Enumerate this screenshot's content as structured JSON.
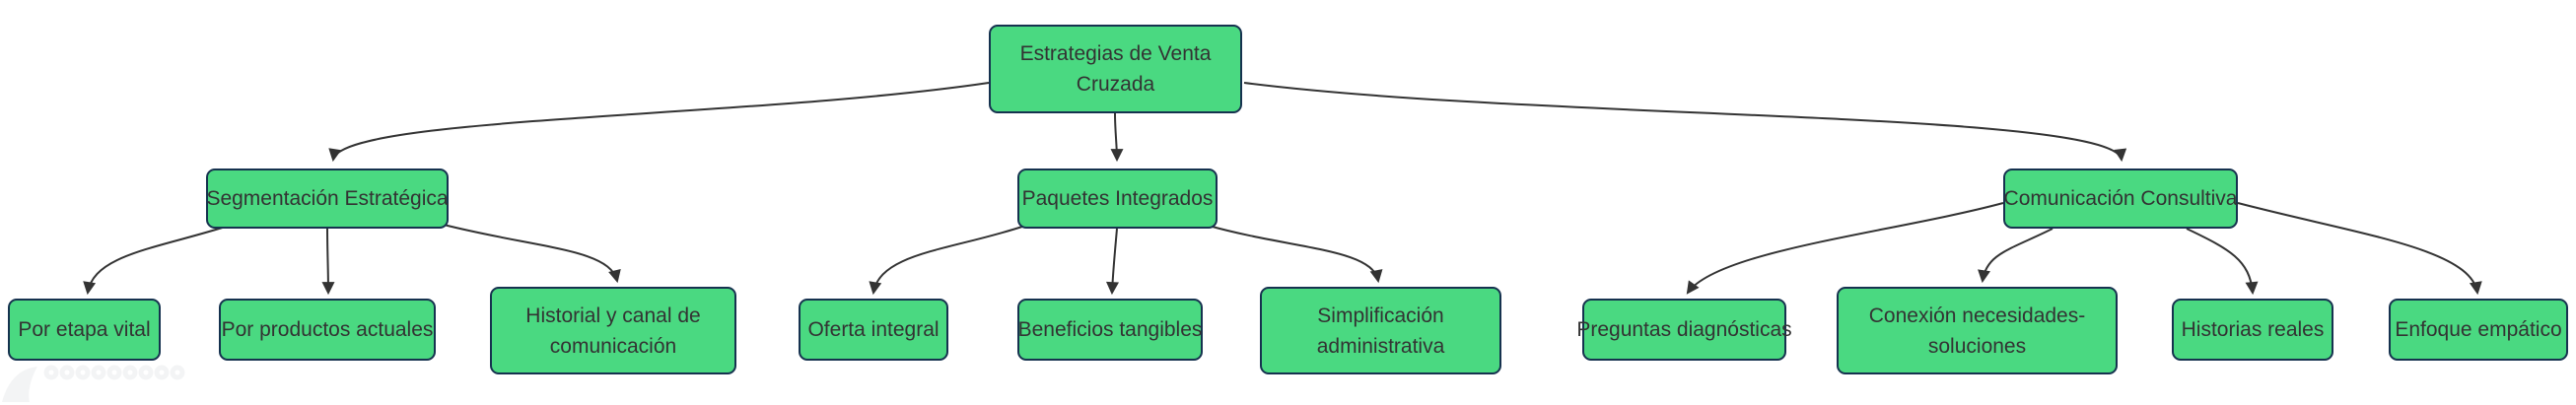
{
  "diagram": {
    "type": "flowchart",
    "direction": "top-down",
    "nodes": {
      "root": {
        "label": "Estrategias de Venta Cruzada",
        "level": 0
      },
      "segmentacion": {
        "label": "Segmentación Estratégica",
        "level": 1
      },
      "paquetes": {
        "label": "Paquetes Integrados",
        "level": 1
      },
      "comunicacion": {
        "label": "Comunicación Consultiva",
        "level": 1
      },
      "etapa": {
        "label": "Por etapa vital",
        "level": 2
      },
      "productos": {
        "label": "Por productos actuales",
        "level": 2
      },
      "historial": {
        "label": "Historial y canal de comunicación",
        "level": 2
      },
      "oferta": {
        "label": "Oferta integral",
        "level": 2
      },
      "beneficios": {
        "label": "Beneficios tangibles",
        "level": 2
      },
      "simplificacion": {
        "label": "Simplificación administrativa",
        "level": 2
      },
      "preguntas": {
        "label": "Preguntas diagnósticas",
        "level": 2
      },
      "conexion": {
        "label": "Conexión necesidades-soluciones",
        "level": 2
      },
      "historias": {
        "label": "Historias reales",
        "level": 2
      },
      "enfoque": {
        "label": "Enfoque empático",
        "level": 2
      }
    },
    "edges": [
      {
        "from": "root",
        "to": "segmentacion"
      },
      {
        "from": "root",
        "to": "paquetes"
      },
      {
        "from": "root",
        "to": "comunicacion"
      },
      {
        "from": "segmentacion",
        "to": "etapa"
      },
      {
        "from": "segmentacion",
        "to": "productos"
      },
      {
        "from": "segmentacion",
        "to": "historial"
      },
      {
        "from": "paquetes",
        "to": "oferta"
      },
      {
        "from": "paquetes",
        "to": "beneficios"
      },
      {
        "from": "paquetes",
        "to": "simplificacion"
      },
      {
        "from": "comunicacion",
        "to": "preguntas"
      },
      {
        "from": "comunicacion",
        "to": "conexion"
      },
      {
        "from": "comunicacion",
        "to": "historias"
      },
      {
        "from": "comunicacion",
        "to": "enfoque"
      }
    ]
  },
  "colors": {
    "background": "#ffffff",
    "node_fill": "#4ad981",
    "node_border": "#16324f",
    "edge_color": "#333333",
    "text_color": "#333333"
  }
}
